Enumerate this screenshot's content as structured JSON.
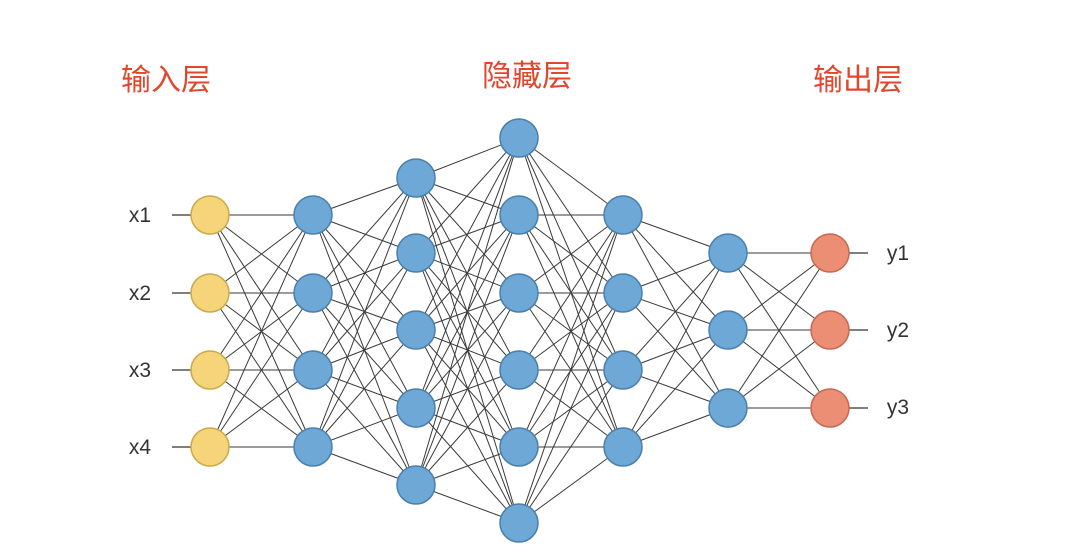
{
  "layer_titles": {
    "input": "输入层",
    "hidden": "隐藏层",
    "output": "输出层"
  },
  "input_labels": [
    "x1",
    "x2",
    "x3",
    "x4"
  ],
  "output_labels": [
    "y1",
    "y2",
    "y3"
  ],
  "network": {
    "layer_sizes": [
      4,
      4,
      5,
      6,
      4,
      3,
      3
    ],
    "layer_roles": [
      "input",
      "hidden",
      "hidden",
      "hidden",
      "hidden",
      "hidden",
      "output"
    ],
    "fully_connected": true
  },
  "colors": {
    "title": "#e2472b",
    "label": "#333333",
    "edge": "#3a3a3a",
    "input_fill": "#f6d47a",
    "input_stroke": "#c9a94b",
    "hidden_fill": "#6ea8d6",
    "hidden_stroke": "#4a7fab",
    "output_fill": "#ec8e74",
    "output_stroke": "#c46a52"
  }
}
